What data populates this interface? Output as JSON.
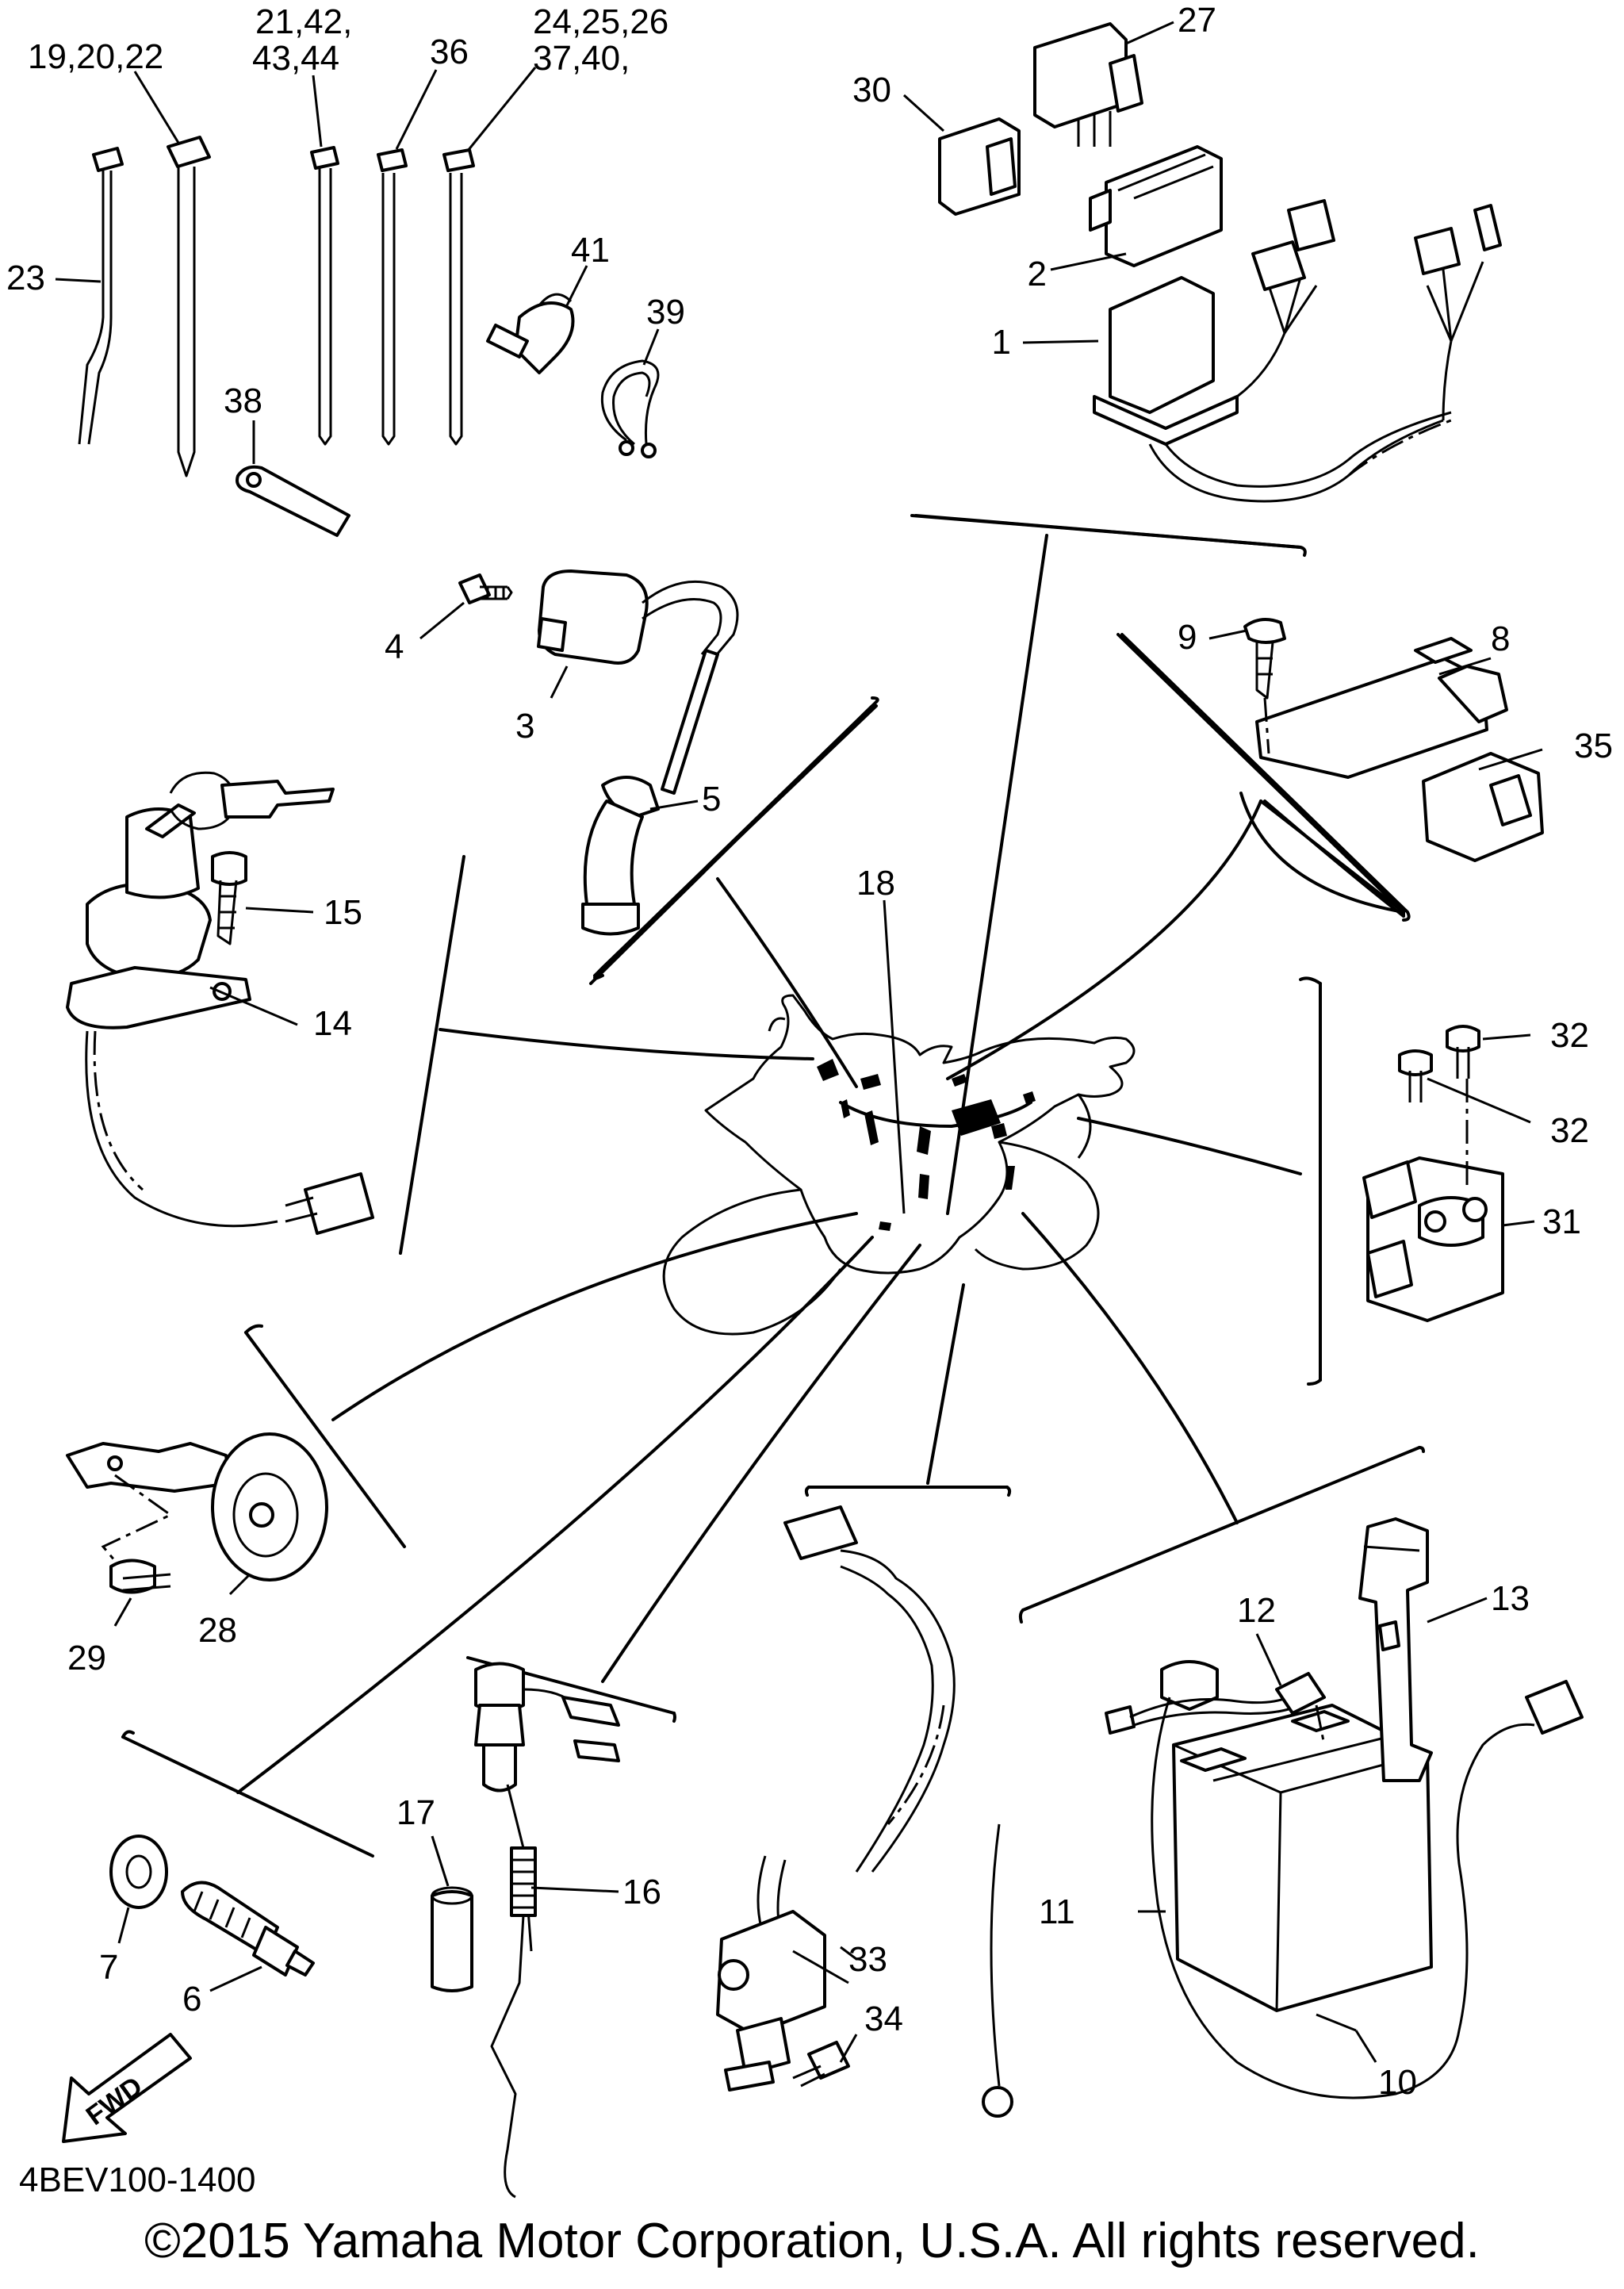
{
  "labels": {
    "p1": "1",
    "p2": "2",
    "p3": "3",
    "p4": "4",
    "p5": "5",
    "p6": "6",
    "p7": "7",
    "p8": "8",
    "p9": "9",
    "p10": "10",
    "p11": "11",
    "p12": "12",
    "p13": "13",
    "p14": "14",
    "p15": "15",
    "p16": "16",
    "p17": "17",
    "p18": "18",
    "p19": "19,20,22",
    "p21a": "21,42,",
    "p21b": "43,44",
    "p23": "23",
    "p24a": "24,25,26",
    "p24b": "37,40,",
    "p27": "27",
    "p28": "28",
    "p29": "29",
    "p30": "30",
    "p31": "31",
    "p32a": "32",
    "p32b": "32",
    "p33": "33",
    "p34": "34",
    "p35": "35",
    "p36": "36",
    "p38": "38",
    "p39": "39",
    "p41": "41"
  },
  "fwd": "FWD",
  "doc_code": "4BEV100-1400",
  "copyright": "©2015 Yamaha Motor Corporation, U.S.A. All rights reserved."
}
